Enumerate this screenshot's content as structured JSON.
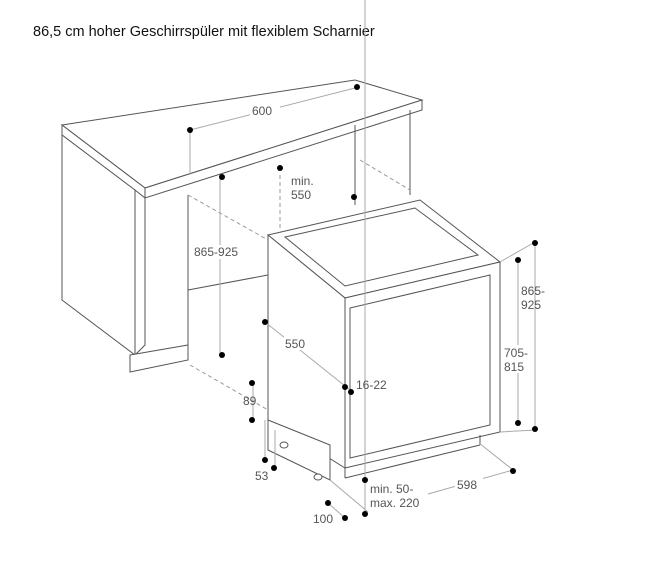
{
  "title": "86,5 cm hoher Geschirrspüler mit flexiblem Scharnier",
  "dimensions": {
    "width_niche": "600",
    "min_depth_1": "min.",
    "min_depth_2": "550",
    "niche_height": "865-925",
    "depth": "550",
    "door_gap": "16-22",
    "plinth_89": "89",
    "plinth_53": "53",
    "plinth_100": "100",
    "plinth_range_1": "min. 50-",
    "plinth_range_2": "max. 220",
    "appliance_width": "598",
    "height_total_1": "865-",
    "height_total_2": "925",
    "door_height_1": "705-",
    "door_height_2": "815"
  }
}
